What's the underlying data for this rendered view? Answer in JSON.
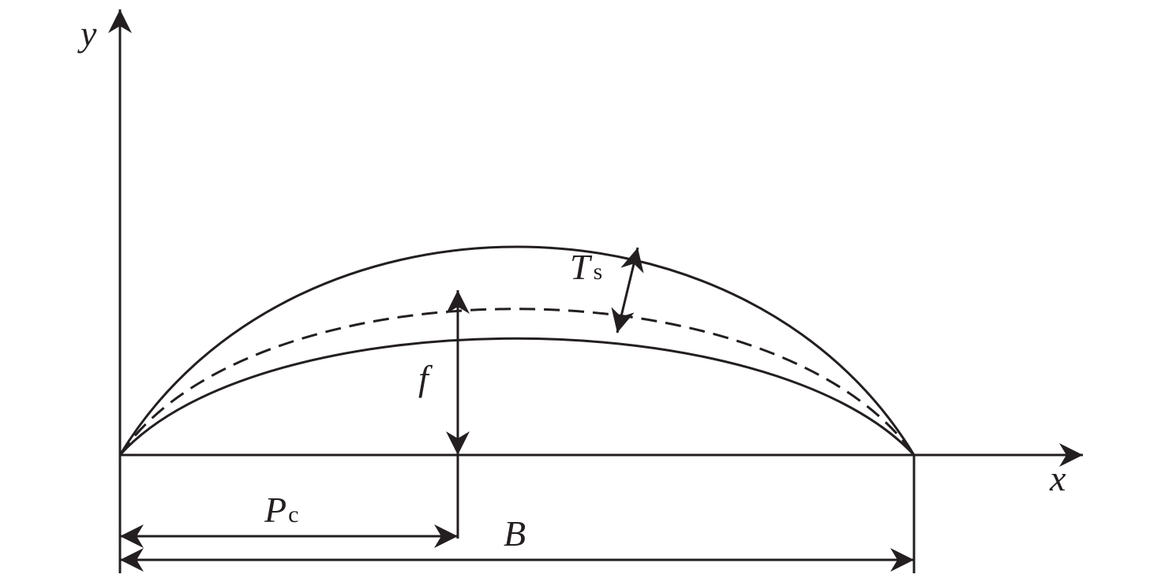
{
  "diagram": {
    "line_color": "#231f20",
    "background": "#ffffff",
    "axes": {
      "x_label": "x",
      "y_label": "y"
    },
    "labels": {
      "thickness": {
        "main": "T",
        "sub": "s"
      },
      "rise": "f",
      "crown_position": {
        "main": "P",
        "sub": "c"
      },
      "span": "B"
    }
  }
}
